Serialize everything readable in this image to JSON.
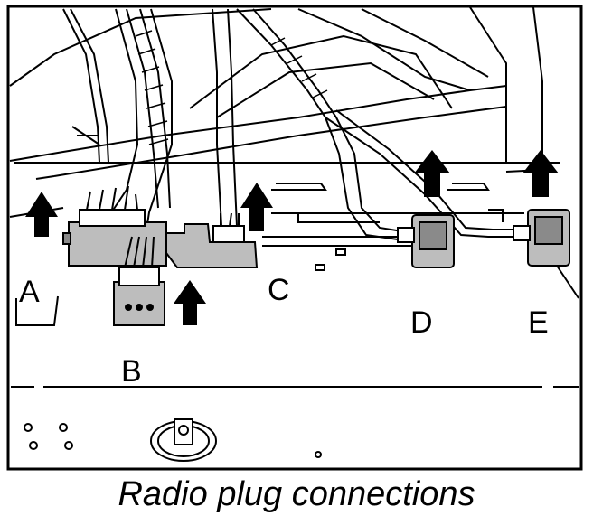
{
  "labels": {
    "a": "A",
    "b": "B",
    "c": "C",
    "d": "D",
    "e": "E"
  },
  "caption": "Radio plug connections",
  "colors": {
    "line": "#000000",
    "connector_fill": "#bdbdbd",
    "connector_dark": "#8a8a8a",
    "background": "#ffffff"
  }
}
